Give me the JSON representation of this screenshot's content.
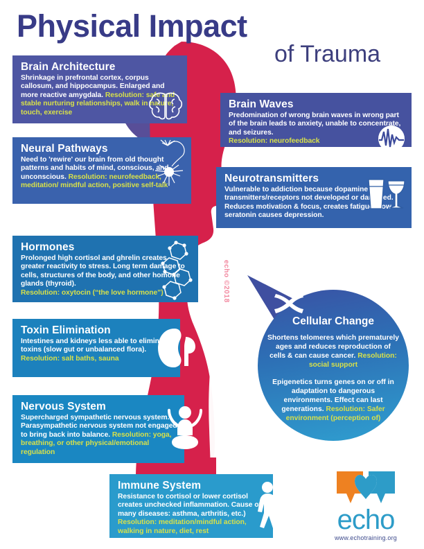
{
  "title": {
    "line1": "Physical Impact",
    "line2": "of Trauma"
  },
  "copyright": "echo ©2018",
  "colors": {
    "title_navy": "#383b87",
    "silhouette_red": "#d6214b",
    "silhouette_shadow": "#4a3f8f",
    "resolution_yellow": "#d7e04a",
    "logo_blue": "#2d9cc8",
    "logo_orange": "#ee8121"
  },
  "boxes": [
    {
      "id": "brain-architecture",
      "heading": "Brain Architecture",
      "body": "Shrinkage in prefrontal cortex, corpus callosum, and hippocampus. Enlarged and more reactive amygdala. ",
      "resolution_label": "Resolution:",
      "resolution": " safe and stable nurturing relationships, walk in nature, touch, exercise",
      "icon": "brain-icon",
      "bg": "#4e56a3"
    },
    {
      "id": "neural-pathways",
      "heading": "Neural Pathways",
      "body": "Need to 'rewire' our brain from old thought patterns and habits of mind, conscious, and unconscious. ",
      "resolution_label": "Resolution:",
      "resolution": " neurofeedback, meditation/ mindful action, positive self-talk",
      "icon": "neuron-icon",
      "bg": "#3a62ad"
    },
    {
      "id": "brain-waves",
      "heading": "Brain Waves",
      "body": "Predomination of wrong brain waves in wrong part of the brain leads to anxiety, unable to concentrate, and seizures.",
      "resolution_label": "Resolution: neurofeedback",
      "resolution": "",
      "icon": "brainwave-icon",
      "bg": "#46529f"
    },
    {
      "id": "neurotransmitters",
      "heading": "Neurotransmitters",
      "body": "Vulnerable to addiction because dopamine transmitters/receptors not developed or damaged. Reduces motivation & focus, creates fatigue. Low seratonin causes depression.",
      "resolution_label": "",
      "resolution": "",
      "icon": "glass-and-wine-icon",
      "bg": "#3463ad"
    },
    {
      "id": "hormones",
      "heading": "Hormones",
      "body": "Prolonged high cortisol and ghrelin creates greater reactivity to stress. Long term damage to cells, structures of the body, and other homone glands (thyroid).",
      "resolution_label": "Resolution: oxytocin (“the love hormone”)",
      "resolution": "",
      "icon": "molecule-icon",
      "bg": "#1f72b0"
    },
    {
      "id": "toxin-elimination",
      "heading": "Toxin Elimination",
      "body": "Intestines and kidneys less able to eliminate toxins (slow gut or unbalanced flora).",
      "resolution_label": "Resolution: salt baths, sauna",
      "resolution": "",
      "icon": "kidney-icon",
      "bg": "#1c81bd"
    },
    {
      "id": "nervous-system",
      "heading": "Nervous System",
      "body": "Supercharged sympathetic nervous system. Parasympathetic nervous system not engaged to bring back into balance. ",
      "resolution_label": "Resolution:",
      "resolution": " yoga, breathing, or other physical/emotional regulation",
      "icon": "yoga-figure-icon",
      "bg": "#1a87c2"
    },
    {
      "id": "immune-system",
      "heading": "Immune System",
      "body": "Resistance to cortisol or lower cortisol creates unchecked inflammation. Cause of many diseases: asthma, arthritis, etc.) ",
      "resolution_label": "Resolution:",
      "resolution": " meditation/mindful action, walking in nature, diet, rest",
      "icon": "walking-figure-icon",
      "bg": "#2a9bcc"
    }
  ],
  "cellular_change": {
    "heading": "Cellular Change",
    "paragraph1": "Shortens telomeres which prematurely ages and reduces reproduction of cells & can cause cancer. ",
    "paragraph1_res": "Resolution: social support",
    "paragraph2": "Epigenetics turns genes on or off in adaptation to dangerous environments. Effect can last generations. ",
    "paragraph2_res": "Resolution: Safer environment (perception of)",
    "icon": "chromosome-icon"
  },
  "logo": {
    "word": "echo",
    "url": "www.echotraining.org",
    "icon": "echo-speech-bubble-heart-logo"
  }
}
